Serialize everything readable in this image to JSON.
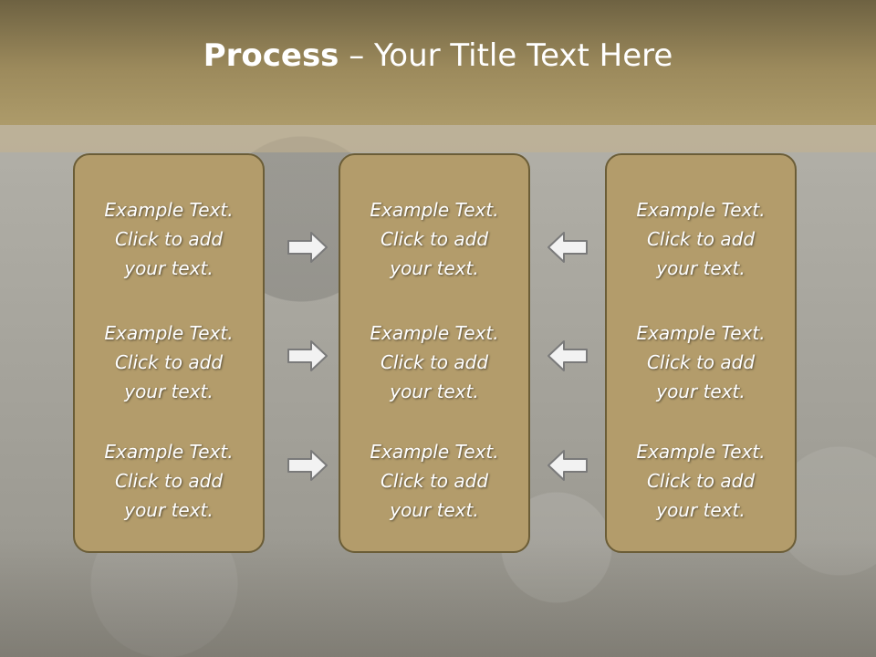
{
  "title": {
    "bold": "Process",
    "rest": " – Your Title Text Here"
  },
  "panels": [
    {
      "items": [
        {
          "lines": [
            "Example Text.",
            "Click  to add",
            "your text."
          ]
        },
        {
          "lines": [
            "Example Text.",
            "Click  to add",
            "your text."
          ]
        },
        {
          "lines": [
            "Example Text.",
            "Click  to add",
            "your text."
          ]
        }
      ]
    },
    {
      "items": [
        {
          "lines": [
            "Example Text.",
            "Click  to add",
            "your text."
          ]
        },
        {
          "lines": [
            "Example Text.",
            "Click  to add",
            "your text."
          ]
        },
        {
          "lines": [
            "Example Text.",
            "Click  to add",
            "your text."
          ]
        }
      ]
    },
    {
      "items": [
        {
          "lines": [
            "Example Text.",
            "Click  to add",
            "your text."
          ]
        },
        {
          "lines": [
            "Example Text.",
            "Click  to add",
            "your text."
          ]
        },
        {
          "lines": [
            "Example Text.",
            "Click  to add",
            "your text."
          ]
        }
      ]
    }
  ],
  "arrows": {
    "left_group": "right-arrow-icon",
    "right_group": "left-arrow-icon"
  },
  "colors": {
    "title_bar": "#9c8a5c",
    "panel_fill": "#b39c6b",
    "panel_border": "#6b5d37",
    "text": "#ffffff"
  }
}
